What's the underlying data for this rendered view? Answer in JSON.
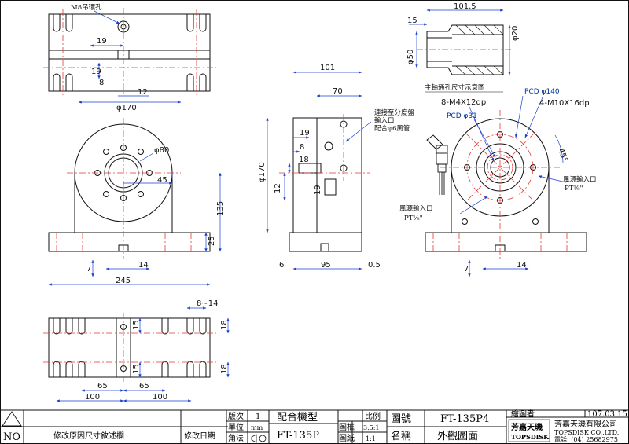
{
  "labels": {
    "m8_lifting_hole": "M8吊環孔",
    "d170_top": "φ170",
    "d80": "φ80",
    "d20": "φ20",
    "d50": "φ50",
    "d170_side": "φ170",
    "spindle_note": "主軸通孔尺寸示意圖",
    "indexer_note_1": "連接至分度盤",
    "indexer_note_2": "輸入口",
    "indexer_note_3": "配合φ6風管",
    "m4_holes": "8-M4X12dp",
    "m10_holes": "4-M10X16dp",
    "pcd140": "PCD ",
    "pcd140_val": "φ140",
    "pcd31": "PCD ",
    "pcd31_val": "φ31",
    "angle45": "45°",
    "air_in_right_1": "風源輸入口",
    "air_in_right_2": "PT⅛\"",
    "air_in_left_1": "風源輸入口",
    "air_in_left_2": "PT⅛\""
  },
  "dims": {
    "top_19": "19",
    "top_19v": "19",
    "top_8": "8",
    "top_12": "12",
    "front_45": "45",
    "front_135": "135",
    "front_25": "25",
    "front_7": "7",
    "front_14": "14",
    "front_245": "245",
    "side_101": "101",
    "side_70": "70",
    "side_19": "19",
    "side_8": "8",
    "side_18": "18",
    "side_12": "12",
    "side_19v": "19",
    "side_6": "6",
    "side_95": "95",
    "side_05": "0.5",
    "spindle_15": "15",
    "spindle_1015": "101.5",
    "rear_7": "7",
    "rear_14": "14",
    "bottom_8_14": "8~14",
    "bottom_15a": "15",
    "bottom_15b": "15",
    "bottom_18a": "18",
    "bottom_18b": "18",
    "bottom_65a": "65",
    "bottom_65b": "65",
    "bottom_100a": "100",
    "bottom_100b": "100"
  },
  "title_block": {
    "no_label": "NO",
    "revision_desc": "修改原因尺寸敘述欄",
    "revision_date": "修改日期",
    "version_label": "版次",
    "version_value": "1",
    "unit_label": "單位",
    "unit_value": "mm",
    "angle_label": "角法",
    "match_model_label": "配合機型",
    "match_model_value": "FT-135P",
    "scale_label": "比例",
    "scale_frame_label": "圖框",
    "scale_frame_value": "3.5:1",
    "scale_paper_label": "圖紙",
    "scale_paper_value": "1:1",
    "drawing_no_label": "圖號",
    "drawing_no_value": "FT-135P4",
    "name_label": "名稱",
    "name_value": "外觀圖面",
    "drafter_label": "繪圖者",
    "date_value": "107.03.15",
    "logo_cn": "芳嘉天璣",
    "logo_en": "TOPSDISK",
    "company_cn": "芳嘉天璣有限公司",
    "company_en": "TOPSDISK CO.,LTD.",
    "phone": "電話: (04) 25682975"
  },
  "colors": {
    "line": "#111111",
    "center": "#e53935",
    "dimension": "#1a3fd0"
  }
}
